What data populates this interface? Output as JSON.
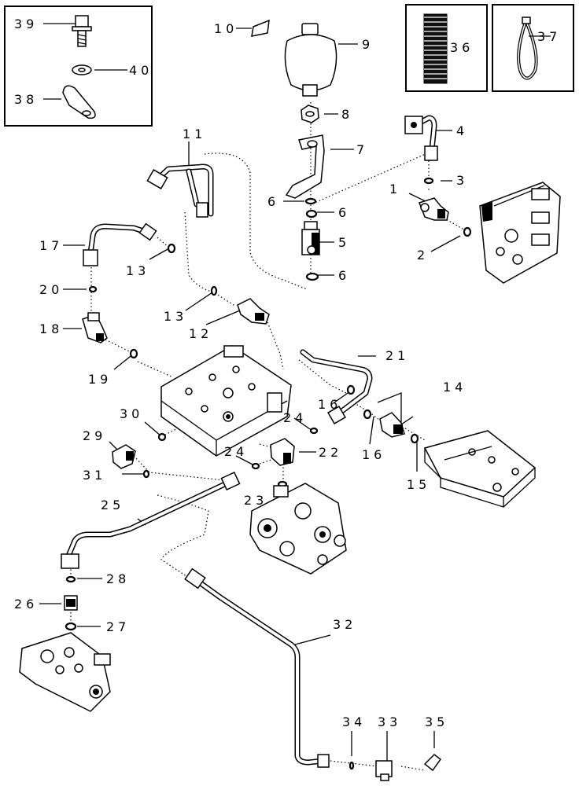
{
  "callouts": {
    "c1": "1",
    "c2": "2",
    "c3": "3",
    "c4": "4",
    "c5": "5",
    "c6a": "6",
    "c6b": "6",
    "c6c": "6",
    "c7": "7",
    "c8": "8",
    "c9": "9",
    "c10": "10",
    "c11": "11",
    "c12": "12",
    "c13a": "13",
    "c13b": "13",
    "c14": "14",
    "c15": "15",
    "c16a": "16",
    "c16b": "16",
    "c17": "17",
    "c18": "18",
    "c19": "19",
    "c20": "20",
    "c21": "21",
    "c22": "22",
    "c23": "23",
    "c24a": "24",
    "c24b": "24",
    "c25": "25",
    "c26": "26",
    "c27": "27",
    "c28": "28",
    "c29": "29",
    "c30": "30",
    "c31": "31",
    "c32": "32",
    "c33": "33",
    "c34": "34",
    "c35": "35",
    "c36": "36",
    "c37": "37",
    "c38": "38",
    "c39": "39",
    "c40": "40"
  },
  "colors": {
    "line": "#000000",
    "background": "#ffffff"
  }
}
